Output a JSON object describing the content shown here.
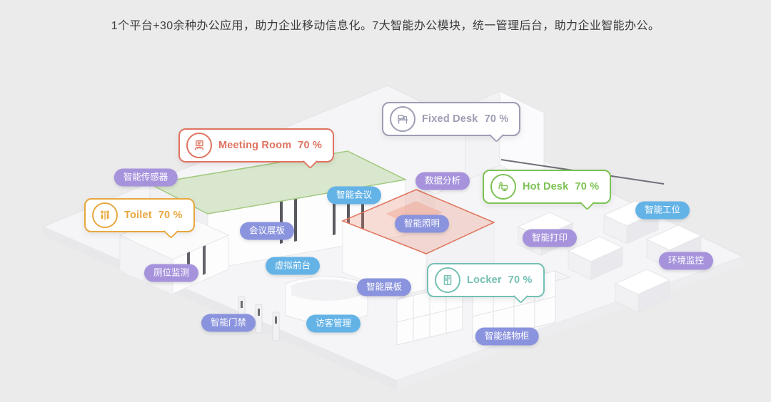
{
  "page": {
    "title": "1个平台+30余种办公应用，助力企业移动信息化。7大智能办公模块，统一管理后台，助力企业智能办公。"
  },
  "colors": {
    "background": "#ebebec",
    "callout_meeting_room": "#df7360",
    "callout_fixed_desk": "#9d9db4",
    "callout_hot_desk": "#7dc254",
    "callout_toilet": "#e8a73e",
    "callout_locker": "#74c0b4",
    "pill_purple": "#a793dc",
    "pill_blue": "#64b3e6",
    "pill_periwinkle": "#8a93dd",
    "zone_meeting_green": "#a2c97f",
    "zone_lighting_red": "#e0745e"
  },
  "callouts": [
    {
      "id": "meeting-room",
      "icon": "meeting-room-icon",
      "label": "Meeting Room",
      "value": "70 %"
    },
    {
      "id": "fixed-desk",
      "icon": "fixed-desk-icon",
      "label": "Fixed Desk",
      "value": "70 %"
    },
    {
      "id": "hot-desk",
      "icon": "hot-desk-icon",
      "label": "Hot Desk",
      "value": "70 %"
    },
    {
      "id": "toilet",
      "icon": "toilet-icon",
      "label": "Toilet",
      "value": "70 %"
    },
    {
      "id": "locker",
      "icon": "locker-icon",
      "label": "Locker",
      "value": "70 %"
    }
  ],
  "pills": [
    {
      "label": "智能传感器",
      "color": "#a793dc"
    },
    {
      "label": "数据分析",
      "color": "#a793dc"
    },
    {
      "label": "智能会议",
      "color": "#64b3e6"
    },
    {
      "label": "智能工位",
      "color": "#64b3e6"
    },
    {
      "label": "会议展板",
      "color": "#8a93dd"
    },
    {
      "label": "智能照明",
      "color": "#8a93dd"
    },
    {
      "label": "智能打印",
      "color": "#a793dc"
    },
    {
      "label": "环境监控",
      "color": "#a793dc"
    },
    {
      "label": "厕位监测",
      "color": "#a793dc"
    },
    {
      "label": "虚拟前台",
      "color": "#64b3e6"
    },
    {
      "label": "智能展板",
      "color": "#8a93dd"
    },
    {
      "label": "访客管理",
      "color": "#64b3e6"
    },
    {
      "label": "智能门禁",
      "color": "#8a93dd"
    },
    {
      "label": "智能储物柜",
      "color": "#8a93dd"
    }
  ]
}
